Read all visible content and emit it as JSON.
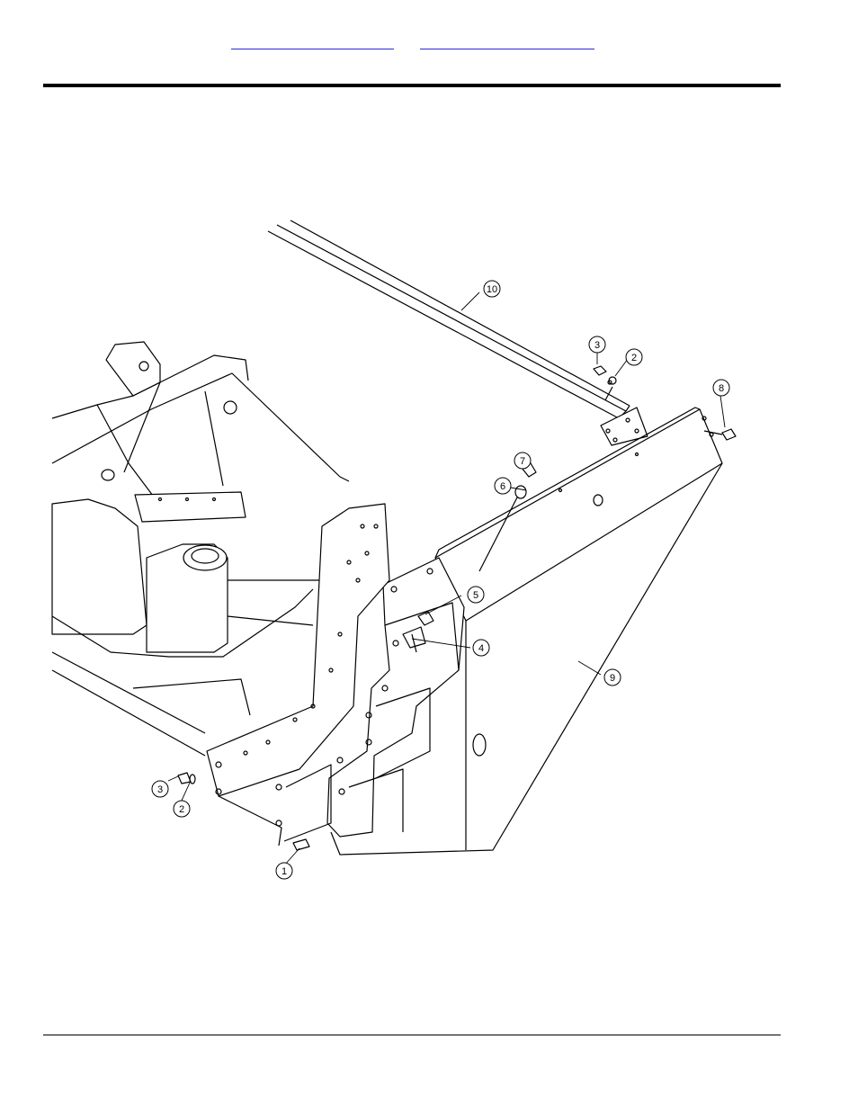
{
  "nav": {
    "link_a": "",
    "link_b": ""
  },
  "colors": {
    "link": "#2b2bd6",
    "ink": "#000000"
  },
  "callouts": [
    "1",
    "2",
    "3",
    "4",
    "5",
    "6",
    "7",
    "8",
    "9",
    "10",
    "2",
    "3"
  ]
}
